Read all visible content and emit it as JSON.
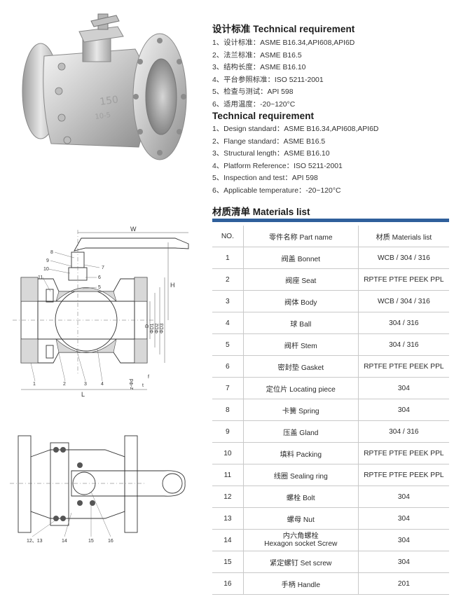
{
  "spec_cn": {
    "title": "设计标准 Technical requirement",
    "items": [
      "1、设计标准：ASME B16.34,API608,API6D",
      "2、法兰标准：ASME B16.5",
      "3、结构长度：ASME B16.10",
      "4、平台参照标准：ISO 5211-2001",
      "5、检查与测试：API 598",
      "6、适用温度：-20~120°C"
    ]
  },
  "spec_en": {
    "title": "Technical requirement",
    "items": [
      "1、Design standard：ASME B16.34,API608,API6D",
      "2、Flange standard：ASME B16.5",
      "3、Structural length：ASME B16.10",
      "4、Platform Reference：ISO 5211-2001",
      "5、Inspection and test：API 598",
      "6、Applicable temperature：-20~120°C"
    ]
  },
  "materials": {
    "title": "材质清单 Materials list",
    "header": {
      "no": "NO.",
      "part": "零件名称 Part name",
      "material": "材质 Materials list"
    },
    "rows": [
      {
        "no": "1",
        "part": "阀盖 Bonnet",
        "material": "WCB / 304 / 316"
      },
      {
        "no": "2",
        "part": "阀座 Seat",
        "material": "RPTFE PTFE PEEK PPL"
      },
      {
        "no": "3",
        "part": "阀体 Body",
        "material": "WCB / 304 / 316"
      },
      {
        "no": "4",
        "part": "球 Ball",
        "material": "304 / 316"
      },
      {
        "no": "5",
        "part": "阀杆 Stem",
        "material": "304 / 316"
      },
      {
        "no": "6",
        "part": "密封垫 Gasket",
        "material": "RPTFE PTFE PEEK PPL"
      },
      {
        "no": "7",
        "part": "定位片 Locating piece",
        "material": "304"
      },
      {
        "no": "8",
        "part": "卡簧 Spring",
        "material": "304"
      },
      {
        "no": "9",
        "part": "压盖 Gland",
        "material": "304 / 316"
      },
      {
        "no": "10",
        "part": "填料 Packing",
        "material": "RPTFE PTFE PEEK PPL"
      },
      {
        "no": "11",
        "part": "线圈 Sealing ring",
        "material": "RPTFE PTFE PEEK PPL"
      },
      {
        "no": "12",
        "part": "螺栓 Bolt",
        "material": "304"
      },
      {
        "no": "13",
        "part": "螺母 Nut",
        "material": "304"
      },
      {
        "no": "14",
        "part": "内六角螺栓",
        "part2": "Hexagon socket Screw",
        "material": "304"
      },
      {
        "no": "15",
        "part": "紧定螺钉 Set screw",
        "material": "304"
      },
      {
        "no": "16",
        "part": "手柄 Handle",
        "material": "201"
      }
    ]
  },
  "drawing": {
    "dim_w": "W",
    "dim_h": "H",
    "dim_l": "L",
    "dim_d": "D",
    "dim_d1": "ΦD1",
    "dim_d2": "ΦD2",
    "dim_d3": "ΦD3",
    "dim_nd": "z-Φd",
    "dim_f": "f",
    "dim_t": "t",
    "callouts_side": [
      "8",
      "9",
      "10",
      "11",
      "7",
      "6",
      "5",
      "1",
      "2",
      "3",
      "4"
    ],
    "callouts_top": [
      "12、13",
      "14",
      "15",
      "16"
    ]
  },
  "photo": {
    "marking_size": "150",
    "marking_class": "10-5",
    "icon": "ball-valve-photo"
  }
}
